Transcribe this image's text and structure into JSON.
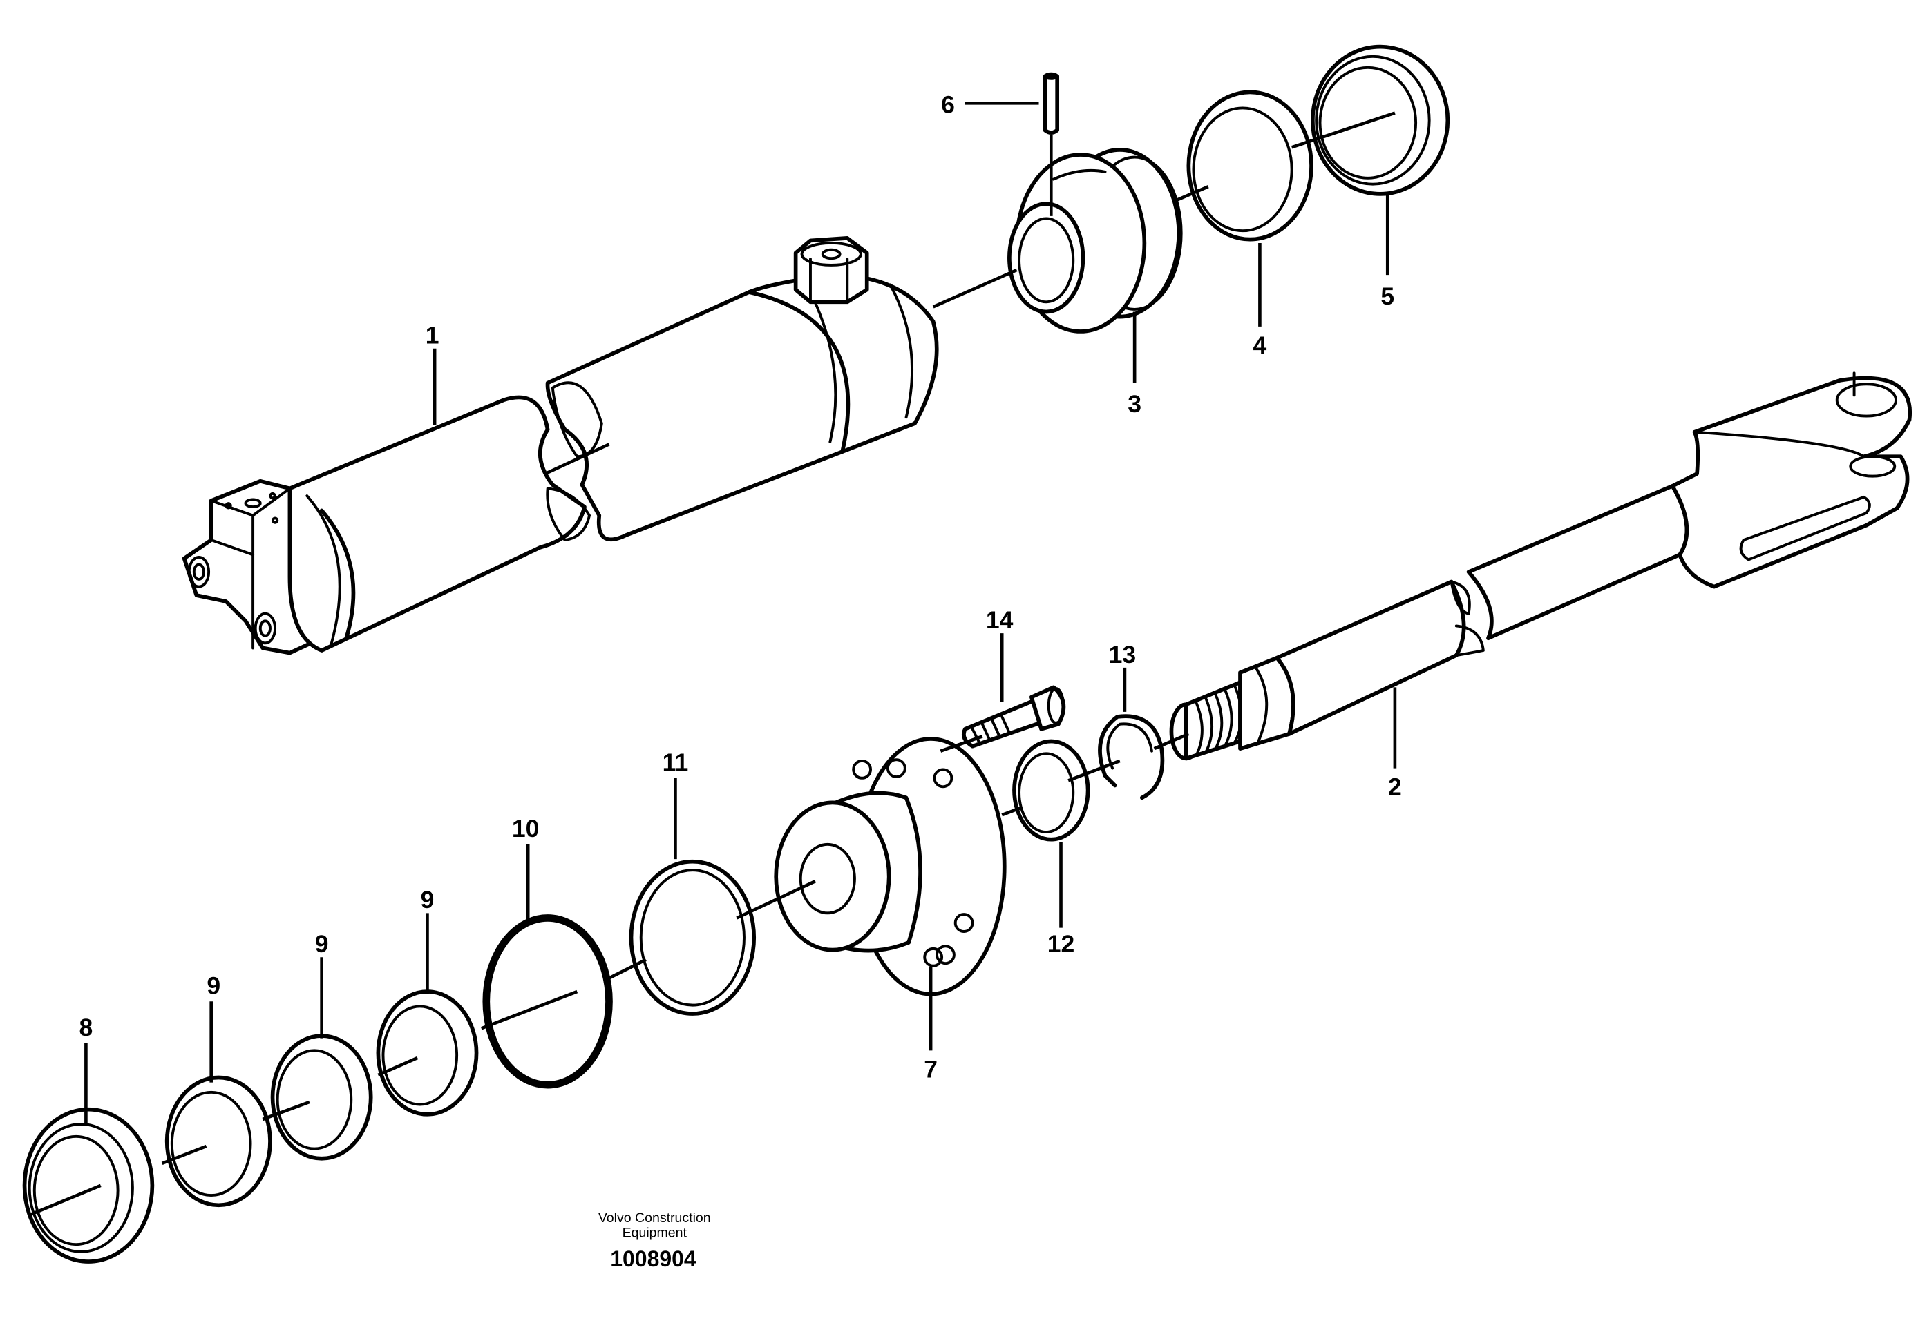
{
  "callouts": {
    "c1": "1",
    "c2": "2",
    "c3": "3",
    "c4": "4",
    "c5": "5",
    "c6": "6",
    "c7": "7",
    "c8": "8",
    "c9a": "9",
    "c9b": "9",
    "c9c": "9",
    "c10": "10",
    "c11": "11",
    "c12": "12",
    "c13": "13",
    "c14": "14"
  },
  "footer": {
    "credit_line1": "Volvo Construction",
    "credit_line2": "Equipment",
    "drawing_number": "1008904"
  }
}
